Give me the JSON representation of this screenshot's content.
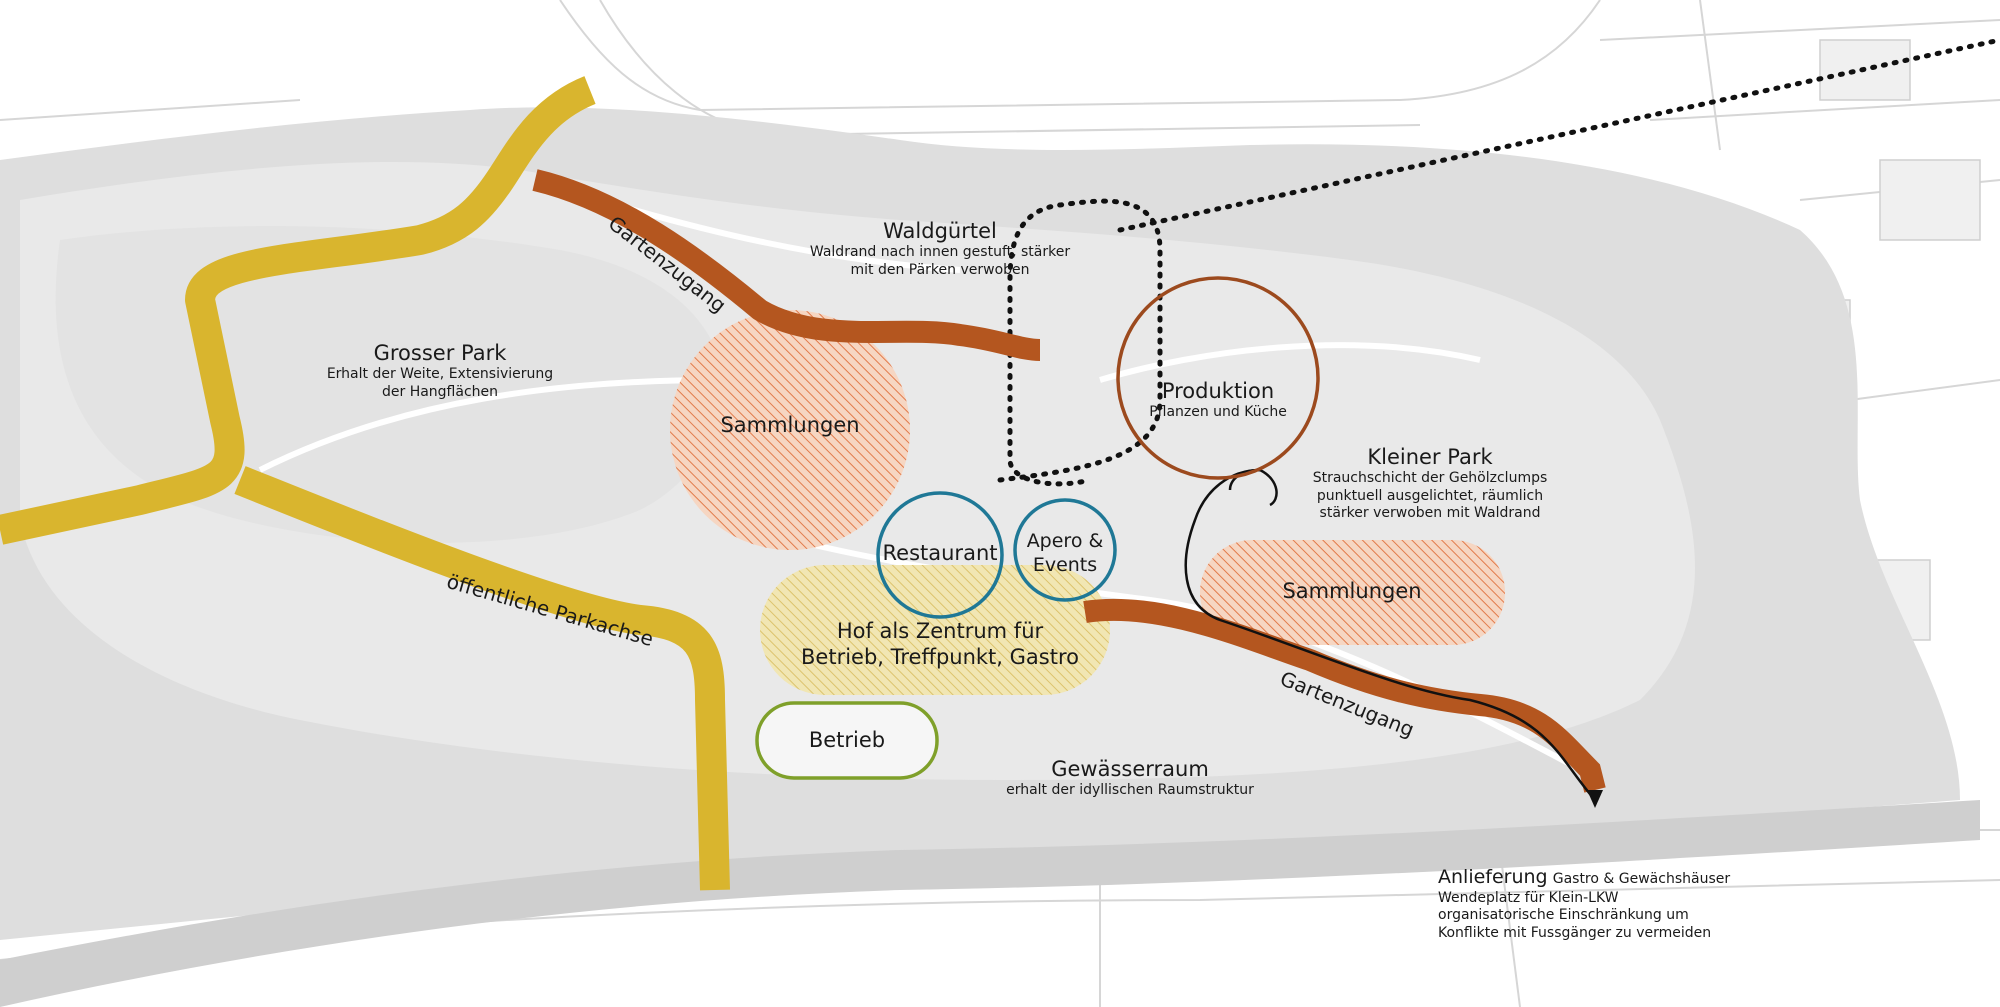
{
  "areas": {
    "grosser_park": {
      "title": "Grosser Park",
      "line1": "Erhalt der Weite, Extensivierung",
      "line2": "der Hangflächen"
    },
    "waldguertel": {
      "title": "Waldgürtel",
      "line1": "Waldrand nach innen gestuft, stärker",
      "line2": "mit den Pärken verwoben"
    },
    "kleiner_park": {
      "title": "Kleiner Park",
      "line1": "Strauchschicht der Gehölzclumps",
      "line2": "punktuell ausgelichtet, räumlich",
      "line3": "stärker verwoben mit Waldrand"
    },
    "gewaesserraum": {
      "title": "Gewässerraum",
      "line1": "erhalt der idyllischen Raumstruktur"
    }
  },
  "zones": {
    "sammlungen_west": "Sammlungen",
    "sammlungen_east": "Sammlungen",
    "produktion_title": "Produktion",
    "produktion_sub": "Pflanzen und Küche",
    "restaurant": "Restaurant",
    "apero_line1": "Apero &",
    "apero_line2": "Events",
    "hof_line1": "Hof als Zentrum für",
    "hof_line2": "Betrieb, Treffpunkt, Gastro",
    "betrieb": "Betrieb"
  },
  "paths": {
    "gartenzugang_north": "Gartenzugang",
    "gartenzugang_south": "Gartenzugang",
    "parkachse": "öffentliche Parkachse"
  },
  "anlieferung": {
    "title": "Anlieferung",
    "title_suffix": "Gastro & Gewächshäuser",
    "line1": "Wendeplatz für Klein-LKW",
    "line2": "organisatorische Einschränkung um",
    "line3": "Konflikte mit Fussgänger zu vermeiden"
  },
  "colors": {
    "parkachse": "#d9b52e",
    "gartenzugang": "#b4561f",
    "sammlungen": "#e8a07a",
    "hof": "#e6d58c",
    "produktion": "#9c4a1e",
    "restaurant": "#1f7896",
    "betrieb": "#7fa02a",
    "park_fill": "#dcdcdc"
  }
}
